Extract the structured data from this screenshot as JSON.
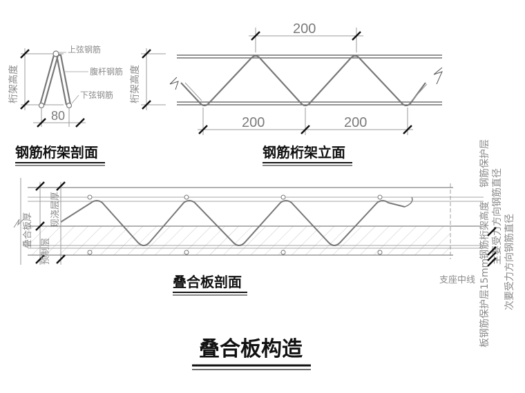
{
  "truss_section": {
    "title": "钢筋桁架剖面",
    "label_top": "上弦钢筋",
    "label_web": "腹杆钢筋",
    "label_bottom": "下弦钢筋",
    "label_height": "桁架高度",
    "dim_width": "80"
  },
  "truss_elevation": {
    "title": "钢筋桁架立面",
    "label_height": "桁架高度",
    "dim_top": "200",
    "dim_bottom_left": "200",
    "dim_bottom_right": "200"
  },
  "slab_section": {
    "title": "叠合板剖面",
    "label_total": "叠合板厚",
    "label_precast": "预制层",
    "label_cast": "现浇层厚",
    "label_support": "支座中线",
    "label_note_1": "板钢筋保护层15mm",
    "label_note_2": "钢筋桁架高度",
    "label_note_3": "钢筋保护层",
    "label_note_4": "次要受力方向钢筋直径",
    "label_note_5": "主要受力方向钢筋直径"
  },
  "main_title": "叠合板构造"
}
